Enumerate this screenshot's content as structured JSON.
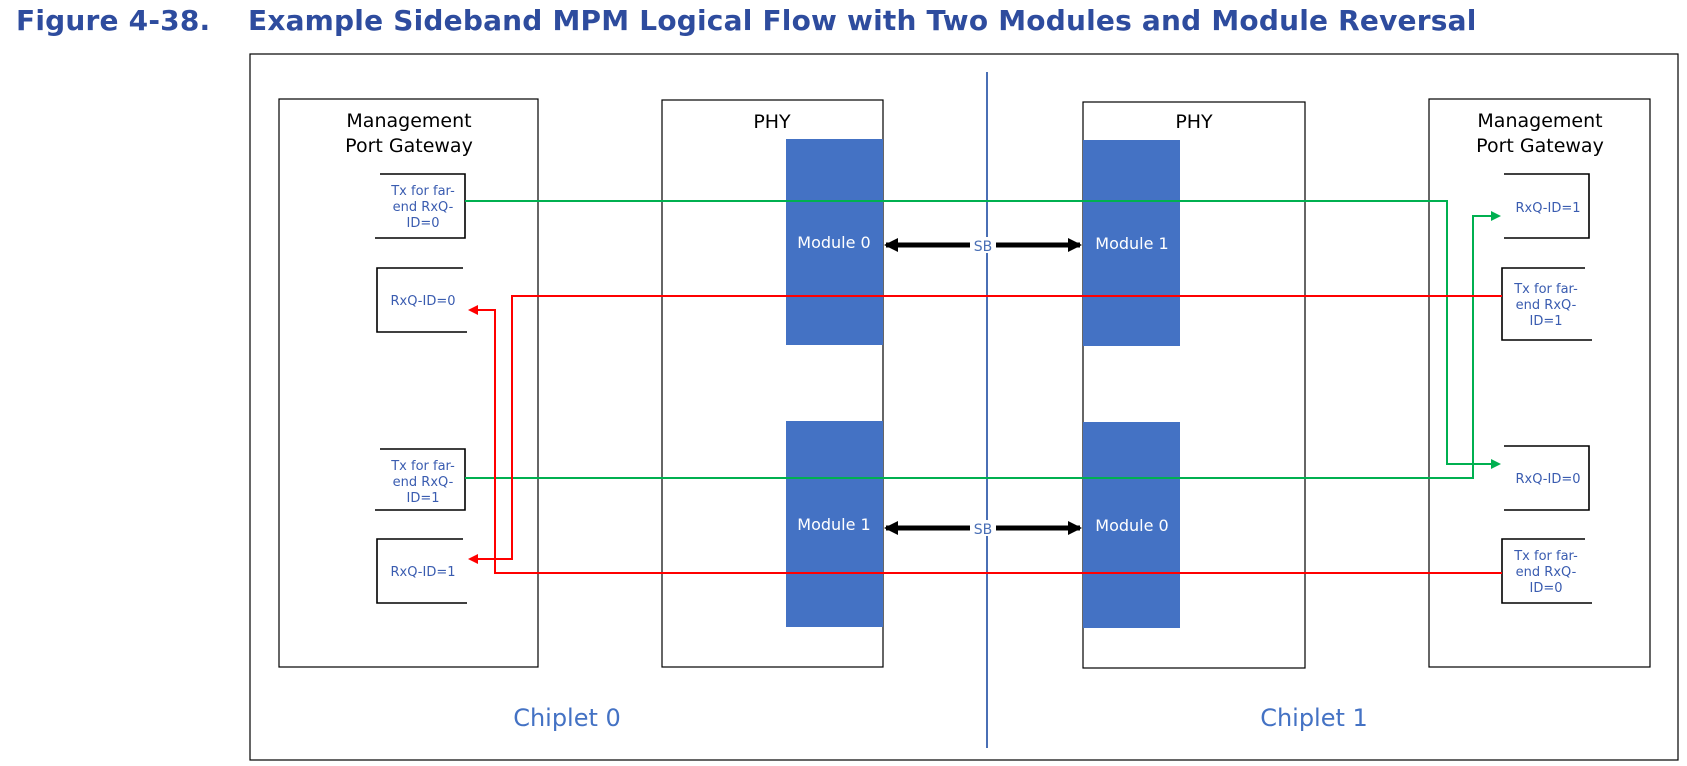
{
  "caption": {
    "number": "Figure 4-38.",
    "title": "Example Sideband MPM Logical Flow with Two Modules and Module Reversal"
  },
  "chiplet0": {
    "label": "Chiplet 0",
    "gateway_title_line1": "Management",
    "gateway_title_line2": "Port Gateway",
    "phy_title": "PHY",
    "tx0_line1": "Tx for far-",
    "tx0_line2": "end RxQ-",
    "tx0_line3": "ID=0",
    "rx0": "RxQ-ID=0",
    "tx1_line1": "Tx for far-",
    "tx1_line2": "end RxQ-",
    "tx1_line3": "ID=1",
    "rx1": "RxQ-ID=1",
    "module_top": "Module 0",
    "module_bottom": "Module 1"
  },
  "chiplet1": {
    "label": "Chiplet 1",
    "gateway_title_line1": "Management",
    "gateway_title_line2": "Port Gateway",
    "phy_title": "PHY",
    "rx1": "RxQ-ID=1",
    "tx1_line1": "Tx for far-",
    "tx1_line2": "end RxQ-",
    "tx1_line3": "ID=1",
    "rx0": "RxQ-ID=0",
    "tx0_line1": "Tx for far-",
    "tx0_line2": "end RxQ-",
    "tx0_line3": "ID=0",
    "module_top": "Module 1",
    "module_bottom": "Module 0"
  },
  "sideband": {
    "top_label": "SB",
    "bottom_label": "SB"
  },
  "colors": {
    "caption": "#2e4c9e",
    "module_fill": "#4472c4",
    "small_text": "#3a5cb0",
    "chiplet_label": "#4472c4",
    "divider": "#4a6fb5",
    "flow_green": "#00b050",
    "flow_red": "#ff0000",
    "sb_arrow": "#000000"
  }
}
